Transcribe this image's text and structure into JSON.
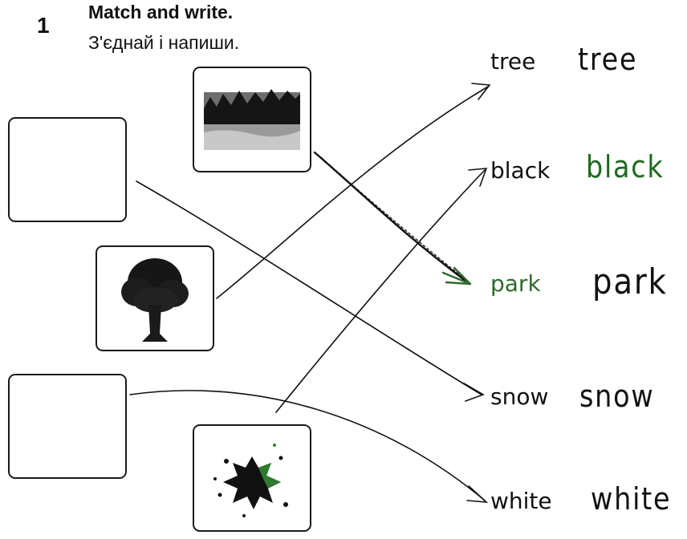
{
  "exercise": {
    "number": "1",
    "title": "Match and write.",
    "subtitle": "З'єднай і напиши."
  },
  "pictures": [
    {
      "name": "park-picture",
      "depicts": "park"
    },
    {
      "name": "tree-picture",
      "depicts": "tree"
    },
    {
      "name": "blot-picture",
      "depicts": "black-white"
    }
  ],
  "words": [
    {
      "printed": "tree",
      "written": "tree"
    },
    {
      "printed": "black",
      "written": "black"
    },
    {
      "printed": "park",
      "written": "park"
    },
    {
      "printed": "snow",
      "written": "snow"
    },
    {
      "printed": "white",
      "written": "white"
    }
  ],
  "colors": {
    "ink": "#111111",
    "green_ink": "#2e6a2e"
  }
}
